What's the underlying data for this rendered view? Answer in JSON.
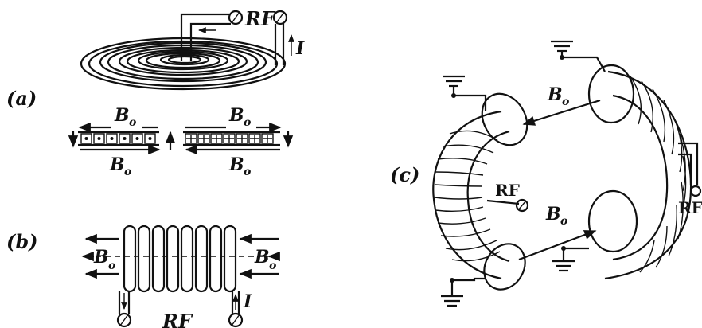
{
  "panels": {
    "a": {
      "label": "(a)",
      "rf": "RF",
      "current": "I",
      "b_upper_left": "B",
      "b_upper_left_sub": "o",
      "b_upper_right": "B",
      "b_upper_right_sub": "o",
      "b_lower_left": "B",
      "b_lower_left_sub": "o",
      "b_lower_right": "B",
      "b_lower_right_sub": "o"
    },
    "b": {
      "label": "(b)",
      "rf": "RF",
      "current": "I",
      "b_left": "B",
      "b_left_sub": "o",
      "b_right": "B",
      "b_right_sub": "o"
    },
    "c": {
      "label": "(c)",
      "rf_center": "RF",
      "rf_right": "RF",
      "b_top": "B",
      "b_top_sub": "o",
      "b_bottom": "B",
      "b_bottom_sub": "o"
    }
  }
}
